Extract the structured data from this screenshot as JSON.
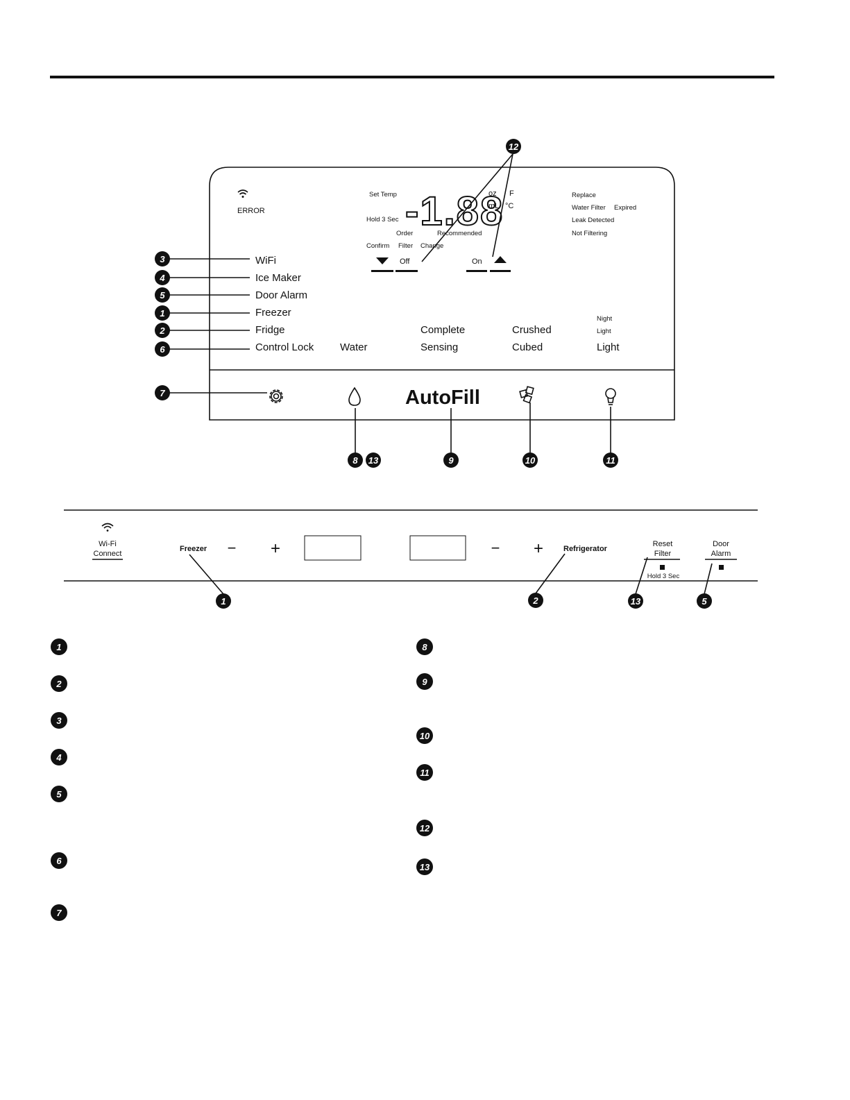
{
  "display_panel": {
    "status": {
      "error": "ERROR"
    },
    "temp": {
      "set_temp": "Set Temp",
      "hold": "Hold 3 Sec",
      "digits": "-1.88",
      "unit_oz": "oz",
      "unit_ml": "mL",
      "unit_f": "F",
      "unit_c": "°C"
    },
    "filter": {
      "order": "Order",
      "recommended": "Recommended",
      "confirm": "Confirm",
      "filter": "Filter",
      "change": "Change",
      "off": "Off",
      "on": "On"
    },
    "filter_status": [
      "Replace",
      "Water Filter",
      "Expired",
      "Leak Detected",
      "Not Filtering"
    ],
    "left_labels": [
      "WiFi",
      "Ice Maker",
      "Door Alarm",
      "Freezer",
      "Fridge",
      "Control Lock"
    ],
    "water": "Water",
    "complete": "Complete",
    "sensing": "Sensing",
    "crushed": "Crushed",
    "cubed": "Cubed",
    "night": "Night",
    "night_light": "Light",
    "light": "Light",
    "autofill": "AutoFill",
    "callouts": {
      "wifi": "3",
      "ice_maker": "4",
      "door_alarm": "5",
      "freezer": "1",
      "fridge": "2",
      "control_lock": "6",
      "settings": "7",
      "water_a": "8",
      "water_b": "13",
      "autofill": "9",
      "ice": "10",
      "light": "11",
      "arrows": "12"
    }
  },
  "interior_panel": {
    "wifi_line1": "Wi-Fi",
    "wifi_line2": "Connect",
    "freezer": "Freezer",
    "refrigerator": "Refrigerator",
    "minus": "−",
    "plus": "+",
    "reset_line1": "Reset",
    "reset_line2": "Filter",
    "hold": "Hold 3 Sec",
    "door_line1": "Door",
    "door_line2": "Alarm",
    "callouts": {
      "freezer": "1",
      "refrigerator": "2",
      "reset_filter": "13",
      "door_alarm": "5"
    }
  },
  "legend_numbers_left": [
    "1",
    "2",
    "3",
    "4",
    "5",
    "6",
    "7"
  ],
  "legend_numbers_right": [
    "8",
    "9",
    "10",
    "11",
    "12",
    "13"
  ]
}
